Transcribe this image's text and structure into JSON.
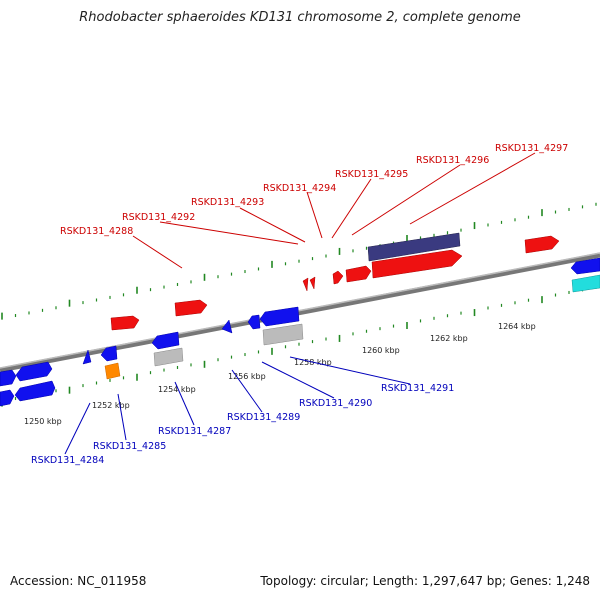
{
  "title": "Rhodobacter sphaeroides KD131 chromosome 2, complete genome",
  "footer": {
    "accession": "Accession: NC_011958",
    "summary": "Topology: circular; Length: 1,297,647 bp; Genes: 1,248"
  },
  "scale_labels": [
    "1250 kbp",
    "1252 kbp",
    "1254 kbp",
    "1256 kbp",
    "1258 kbp",
    "1260 kbp",
    "1262 kbp",
    "1264 kbp"
  ],
  "gene_labels_top": [
    "RSKD131_4288",
    "RSKD131_4292",
    "RSKD131_4293",
    "RSKD131_4294",
    "RSKD131_4295",
    "RSKD131_4296",
    "RSKD131_4297"
  ],
  "gene_labels_bottom": [
    "RSKD131_4284",
    "RSKD131_4285",
    "RSKD131_4287",
    "RSKD131_4289",
    "RSKD131_4290",
    "RSKD131_4291"
  ],
  "colors": {
    "forward_gene": "#ee1111",
    "reverse_gene": "#1111ee",
    "forward_label": "#cc0000",
    "reverse_label": "#0000bb",
    "tick": "#228822",
    "backbone": "#888888",
    "purple_feature": "#3a3a80",
    "gray_feature": "#bbbbbb",
    "orange_feature": "#ff8800",
    "cyan_feature": "#22dddd"
  }
}
